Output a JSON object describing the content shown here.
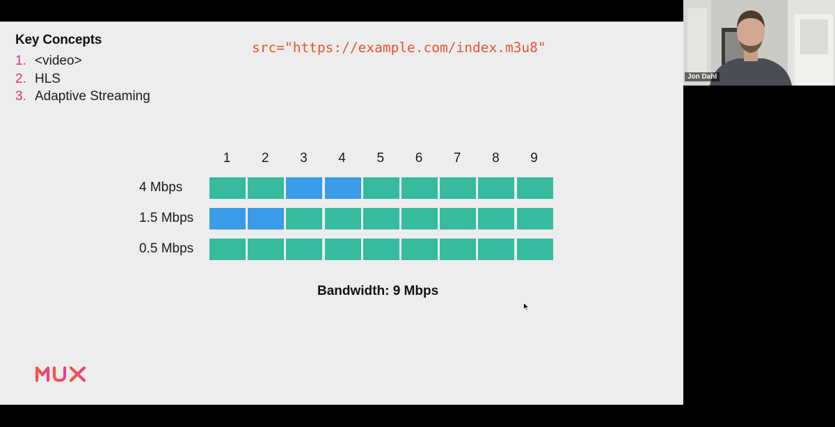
{
  "slide": {
    "title": "Key Concepts",
    "concepts": [
      {
        "num": "1.",
        "label": "<video>"
      },
      {
        "num": "2.",
        "label": "HLS"
      },
      {
        "num": "3.",
        "label": "Adaptive Streaming"
      }
    ],
    "src_code": "src=\"https://example.com/index.m3u8\"",
    "segment_numbers": [
      "1",
      "2",
      "3",
      "4",
      "5",
      "6",
      "7",
      "8",
      "9"
    ],
    "renditions": [
      {
        "label": "4 Mbps",
        "selected_segments": [
          3,
          4
        ]
      },
      {
        "label": "1.5 Mbps",
        "selected_segments": [
          1,
          2
        ]
      },
      {
        "label": "0.5 Mbps",
        "selected_segments": []
      }
    ],
    "bandwidth": "Bandwidth: 9 Mbps",
    "logo_text": "MUX"
  },
  "webcam": {
    "participant_name": "Jon Dahl"
  },
  "colors": {
    "segment": "#36bb9f",
    "segment_selected": "#3a9be8",
    "concept_number": "#d9327f",
    "code": "#e8552e",
    "slide_background": "#ededed"
  },
  "icons": [
    "mouse-cursor-icon",
    "mux-logo"
  ]
}
